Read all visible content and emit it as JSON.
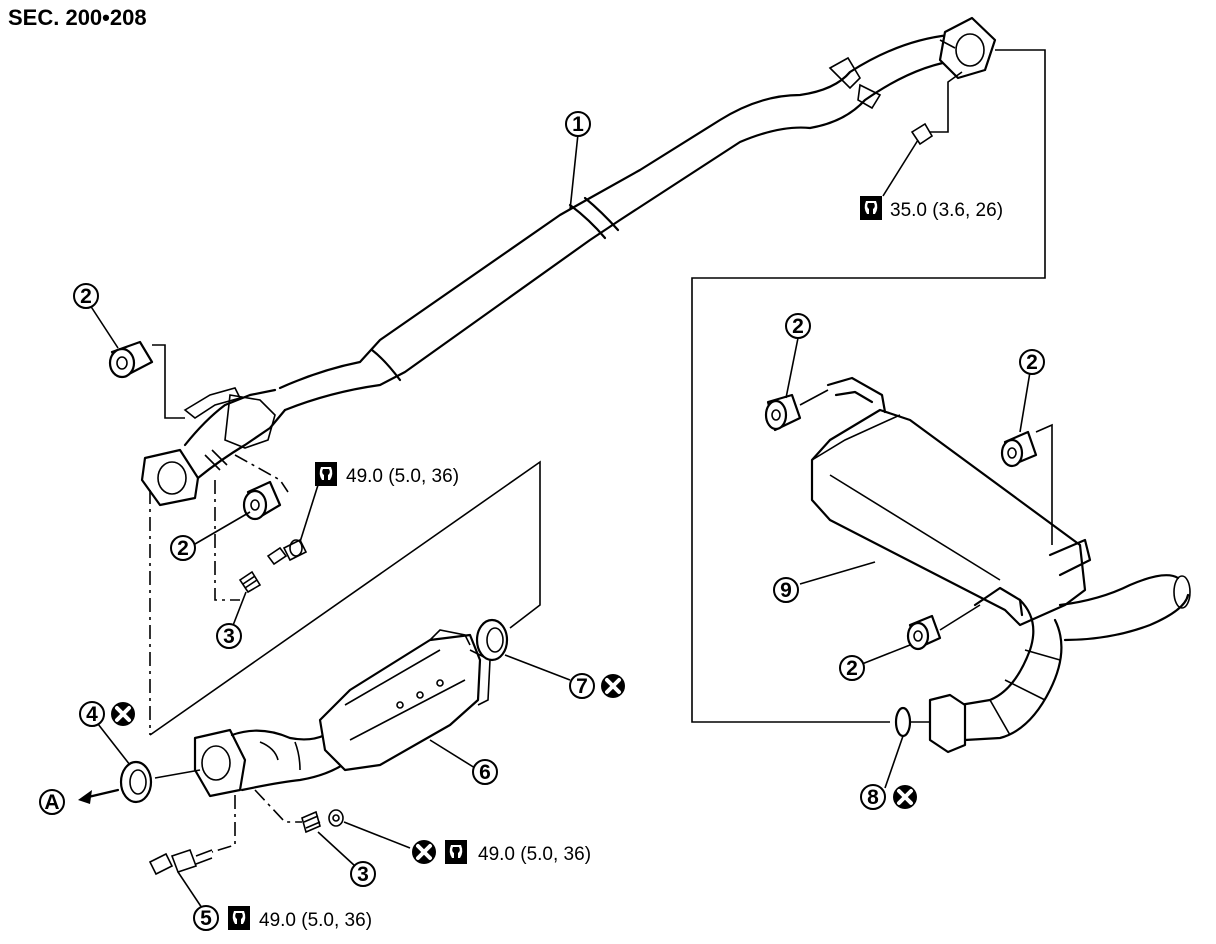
{
  "section_label": "SEC. 200•208",
  "callouts": {
    "front_tube": "1",
    "mounting_rubber": "2",
    "stud": "3",
    "gasket_front": "4",
    "bolt": "5",
    "catalyst": "6",
    "seal_ring": "7",
    "ring_gasket": "8",
    "main_muffler": "9",
    "view_a": "A"
  },
  "torques": {
    "upper_right": "35.0 (3.6, 26)",
    "front_flange": "49.0 (5.0, 36)",
    "stud_nut": "49.0 (5.0, 36)",
    "bolt": "49.0 (5.0, 36)"
  },
  "icons": {
    "torque": "torque-wrench-icon",
    "never_reuse": "do-not-reuse-icon"
  }
}
